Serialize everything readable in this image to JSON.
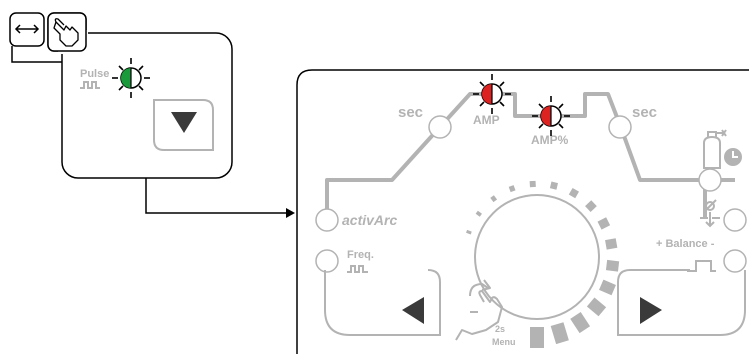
{
  "screen": {
    "header_icons": {
      "swap_icon": "double-arrow-icon",
      "hand_icon": "pointing-hand-icon"
    },
    "small_panel": {
      "pulse_label": "Pulse",
      "pulse_led_color": "#1a9a3a",
      "down_button_icon": "triangle-down-icon"
    },
    "main_panel": {
      "sec_left": "sec",
      "amp_label": "AMP",
      "amp_led_color": "#dd2222",
      "amp_percent_label": "AMP%",
      "amp_percent_led_color": "#dd2222",
      "sec_right": "sec",
      "activarc_label": "activArc",
      "freq_label": "Freq.",
      "balance_label": "+ Balance -",
      "menu_2s": "2s",
      "menu_label": "Menu",
      "left_button_icon": "triangle-left-icon",
      "right_button_icon": "triangle-right-icon",
      "gas_timer_icon": "gas-bottle-timer-icon",
      "gas_flow_icon": "gas-flow-icon"
    },
    "colors": {
      "panel_gray": "#b3b3b3",
      "button_dark": "#3a3a3a"
    }
  }
}
